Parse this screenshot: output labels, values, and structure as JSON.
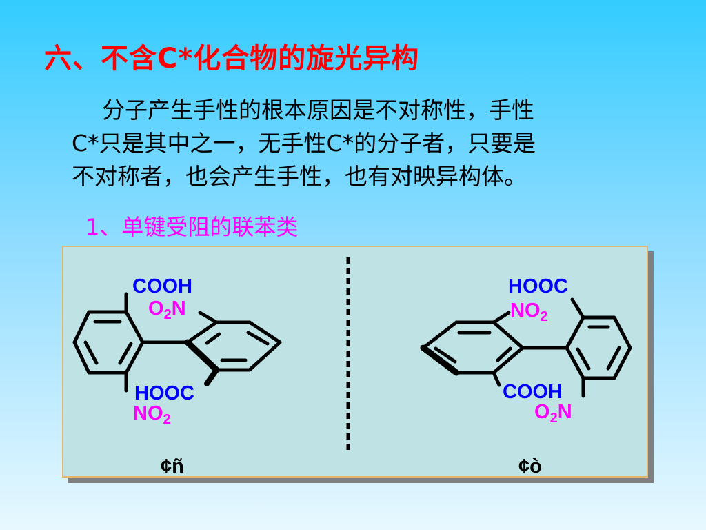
{
  "slide": {
    "title": "六、不含C*化合物的旋光异构",
    "paragraph": {
      "line1": "分子产生手性的根本原因是不对称性，手性",
      "line2": "C*只是其中之一，无手性C*的分子者，只要是",
      "line3": "不对称者，也会产生手性，也有对映异构体。"
    },
    "subtitle": "1、单键受阻的联苯类"
  },
  "diagram": {
    "left_molecule": {
      "top_group": "COOH",
      "ortho_group_top": {
        "main": "O",
        "sub": "2",
        "tail": "N"
      },
      "bottom_group": "HOOC",
      "ortho_group_bottom": {
        "main": "NO",
        "sub": "2"
      },
      "caption": "¢ñ"
    },
    "right_molecule": {
      "top_group": "HOOC",
      "ortho_group_top": {
        "main": "NO",
        "sub": "2"
      },
      "bottom_group": "COOH",
      "ortho_group_bottom": {
        "main": "O",
        "sub": "2",
        "tail": "N"
      },
      "caption": "¢ò"
    }
  },
  "colors": {
    "title": "#ff0000",
    "subtitle": "#ff00ff",
    "carboxyl_label": "#0000ff",
    "nitro_label": "#ff00ff",
    "panel_background": "#bfe3e4",
    "panel_border": "#e3b86e"
  }
}
